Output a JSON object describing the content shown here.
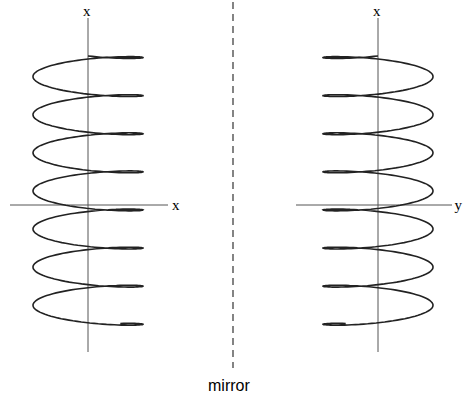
{
  "diagram": {
    "labels": [
      "x",
      "x",
      "x",
      "y",
      "mirror"
    ]
  }
}
